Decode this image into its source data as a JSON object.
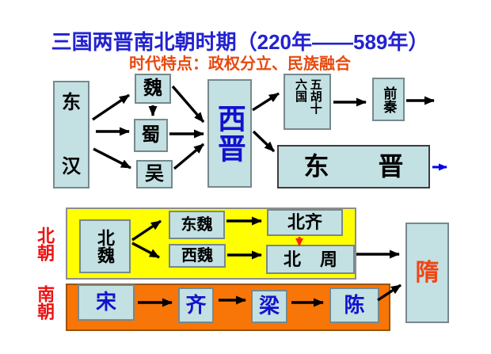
{
  "title": {
    "text": "三国两晋南北朝时期（220年——589年）"
  },
  "subtitle": {
    "text": "时代特点：政权分立、民族融合"
  },
  "labels": {
    "beichao": "北朝",
    "nanchao": "南朝"
  },
  "nodes": {
    "donghan": {
      "label": "东汉",
      "chars": [
        "东",
        "汉"
      ]
    },
    "wei": {
      "label": "魏"
    },
    "shu": {
      "label": "蜀"
    },
    "wu": {
      "label": "吴"
    },
    "xijin": {
      "label": "西晋"
    },
    "wuhu": {
      "label": "五胡十六国"
    },
    "qianqin": {
      "label": "前秦"
    },
    "dongjin": {
      "label": "东晋",
      "chars": [
        "东",
        "晋"
      ]
    },
    "beiwei": {
      "label": "北魏"
    },
    "dongwei": {
      "label": "东魏"
    },
    "xiwei": {
      "label": "西魏"
    },
    "beiqi": {
      "label": "北齐"
    },
    "beizhou": {
      "label": "北周",
      "chars": [
        "北",
        "周"
      ]
    },
    "sui": {
      "label": "隋"
    },
    "song": {
      "label": "宋"
    },
    "qi": {
      "label": "齐"
    },
    "liang": {
      "label": "梁"
    },
    "chen": {
      "label": "陈"
    }
  },
  "edges": [
    {
      "from": "东汉",
      "to": "魏",
      "color": "black"
    },
    {
      "from": "东汉",
      "to": "蜀",
      "color": "black"
    },
    {
      "from": "东汉",
      "to": "吴",
      "color": "black"
    },
    {
      "from": "魏",
      "to": "蜀",
      "color": "black"
    },
    {
      "from": "魏",
      "to": "西晋",
      "color": "black"
    },
    {
      "from": "蜀",
      "to": "西晋",
      "color": "black"
    },
    {
      "from": "吴",
      "to": "西晋",
      "color": "black"
    },
    {
      "from": "西晋",
      "to": "五胡十六国",
      "color": "black"
    },
    {
      "from": "西晋",
      "to": "东晋",
      "color": "black"
    },
    {
      "from": "五胡十六国",
      "to": "前秦",
      "color": "black"
    },
    {
      "from": "前秦",
      "to": "",
      "color": "black",
      "note": "continuation arrow to the right"
    },
    {
      "from": "东晋",
      "to": "",
      "color": "blue",
      "note": "continuation arrow to the right"
    },
    {
      "from": "北魏",
      "to": "东魏",
      "color": "black"
    },
    {
      "from": "北魏",
      "to": "西魏",
      "color": "black"
    },
    {
      "from": "东魏",
      "to": "北齐",
      "color": "black"
    },
    {
      "from": "西魏",
      "to": "北周",
      "color": "black"
    },
    {
      "from": "北齐",
      "to": "北周",
      "color": "red"
    },
    {
      "from": "北周",
      "to": "隋",
      "color": "black"
    },
    {
      "from": "宋",
      "to": "齐",
      "color": "black"
    },
    {
      "from": "齐",
      "to": "梁",
      "color": "black"
    },
    {
      "from": "梁",
      "to": "陈",
      "color": "black"
    },
    {
      "from": "陈",
      "to": "隋",
      "color": "black"
    }
  ],
  "colors": {
    "node_fill": "#C3E0E3",
    "yellow": "#FFFF00",
    "orange": "#F87508",
    "blue_text": "#1212CC",
    "title_blue": "#2222D0",
    "subtitle_red": "#E8490F",
    "red_label": "#EE1111",
    "sui_red": "#F04411",
    "arrow_red": "#FF2200",
    "arrow_blue": "#0000EE"
  }
}
